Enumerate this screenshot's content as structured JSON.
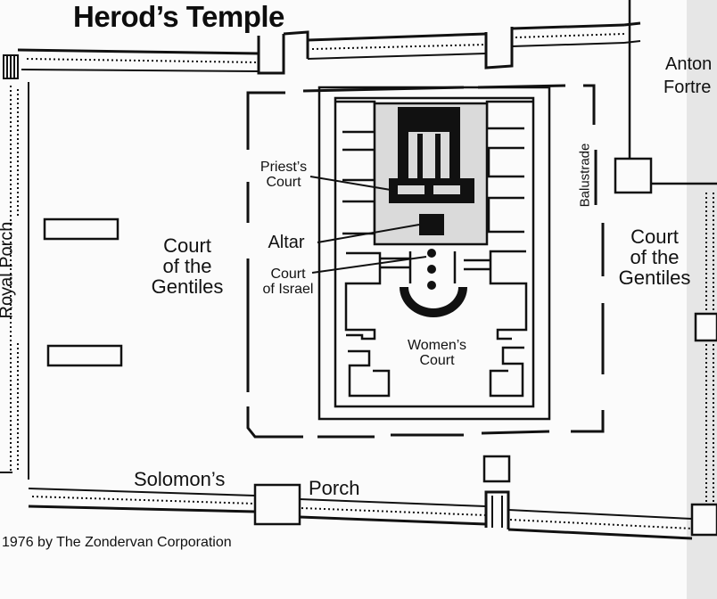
{
  "title": "Herod’s Temple",
  "labels": {
    "antonia_line1": "Anton",
    "antonia_line2": "Fortre",
    "royal_porch": "Royal Porch",
    "court_gentiles_left": [
      "Court",
      "of the",
      "Gentiles"
    ],
    "court_gentiles_right": [
      "Court",
      "of the",
      "Gentiles"
    ],
    "priests_court": [
      "Priest’s",
      "Court"
    ],
    "altar": "Altar",
    "court_of_israel": [
      "Court",
      "of Israel"
    ],
    "womens_court": [
      "Women’s",
      "Court"
    ],
    "balustrade": "Balustrade",
    "solomons": "Solomon’s",
    "porch": "Porch"
  },
  "copyright": "1976 by The Zondervan Corporation",
  "colors": {
    "ink": "#111111",
    "paper": "#fbfbfb",
    "shade": "#d9d9d9"
  }
}
